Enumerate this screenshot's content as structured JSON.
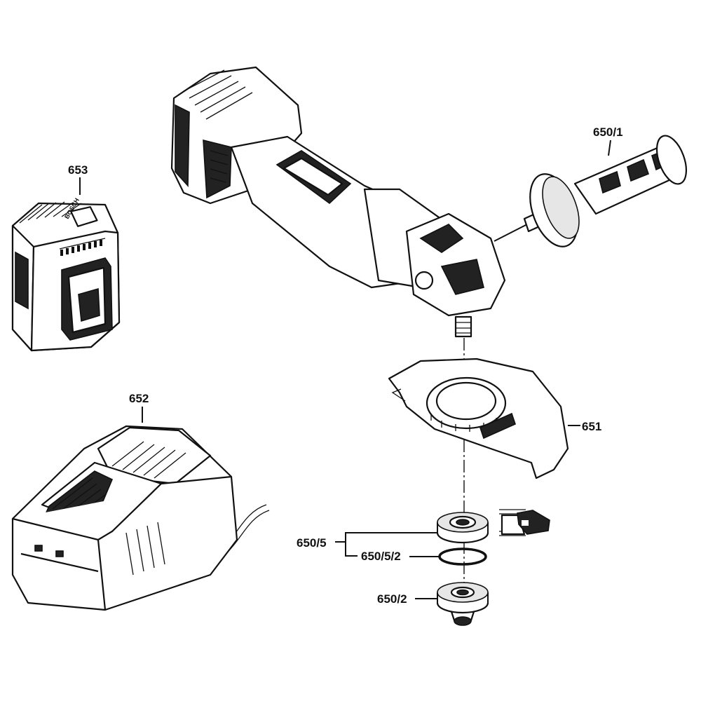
{
  "diagram": {
    "callouts": {
      "c653": "653",
      "c652": "652",
      "c650_1": "650/1",
      "c651": "651",
      "c650_5": "650/5",
      "c650_5_2": "650/5/2",
      "c650_2": "650/2"
    },
    "battery_brand": "BOSCH"
  },
  "colors": {
    "line": "#111111",
    "background": "#ffffff"
  },
  "icons": [
    "battery-pack-icon",
    "charger-icon",
    "angle-grinder-icon",
    "side-handle-icon",
    "wheel-guard-icon",
    "clamping-nut-icon",
    "o-ring-icon",
    "mounting-flange-icon",
    "spanner-tool-icon"
  ]
}
